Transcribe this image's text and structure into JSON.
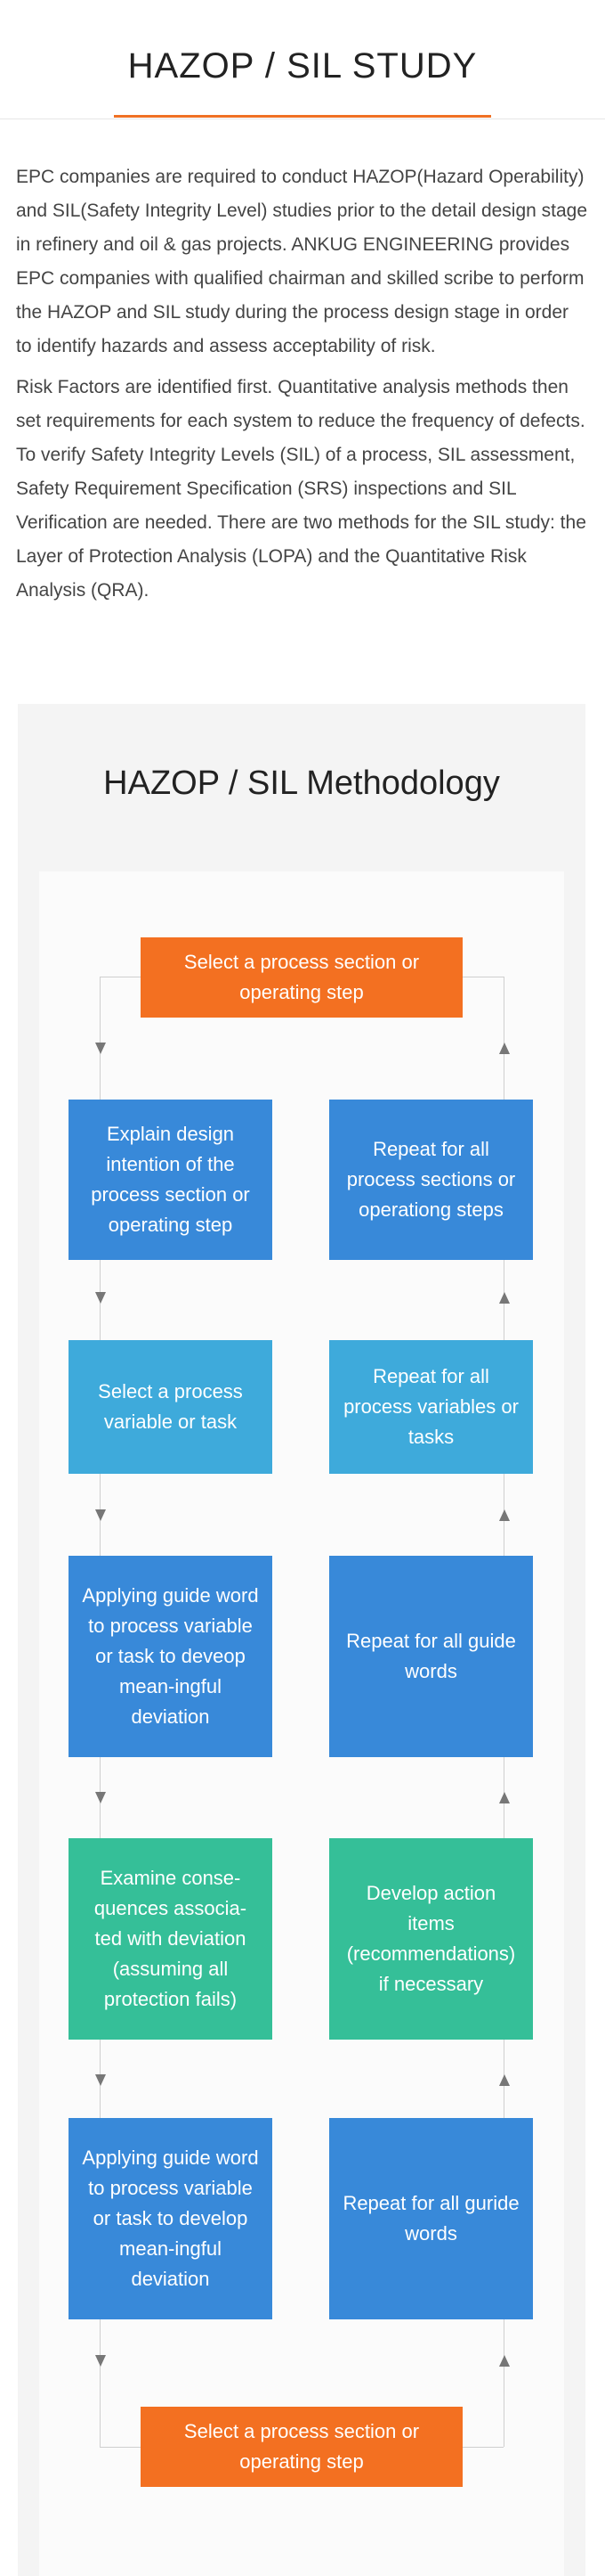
{
  "header": {
    "title": "HAZOP / SIL STUDY"
  },
  "intro": {
    "p1": "EPC companies are required to conduct HAZOP(Hazard Operability) and SIL(Safety Integrity Level) studies prior to the detail design stage in refinery and oil & gas projects. ANKUG ENGINEERING provides EPC companies with qualified chairman and skilled scribe to perform the HAZOP and SIL study during the process design stage in order to identify hazards and assess acceptability of risk.",
    "p2": "Risk Factors are identified first. Quantitative analysis methods then set requirements for each system to reduce the frequency of defects. To verify Safety Integrity Levels (SIL) of a process, SIL assessment, Safety Requirement Specification (SRS) inspections and SIL Verification are needed. There are two methods for the SIL study: the Layer of Protection Analysis (LOPA) and the Quantitative Risk Analysis (QRA)."
  },
  "methodology": {
    "title": "HAZOP / SIL Methodology",
    "top_box": "Select a process section or operating step",
    "left": [
      "Explain design intention of the process section or operating step",
      "Select a process variable or task",
      "Applying guide word to process variable or task to deveop mean-ingful deviation",
      "Examine conse-quences associa-ted with deviation (assuming all protection fails)",
      "Applying guide word to process variable or task to develop mean-ingful deviation"
    ],
    "right": [
      "Repeat for all process sections or operationg steps",
      "Repeat for all process variables or tasks",
      "Repeat for all guide words",
      "Develop action items (recommendations) if necessary",
      "Repeat for all guride words"
    ],
    "bottom_box": "Select a process section or operating step",
    "colors": {
      "orange": "#f37021",
      "blue": "#3889d9",
      "light_blue": "#3eaadb",
      "green": "#35bf98"
    },
    "icons": {
      "down": "arrow-down-icon",
      "up": "arrow-up-icon"
    }
  }
}
